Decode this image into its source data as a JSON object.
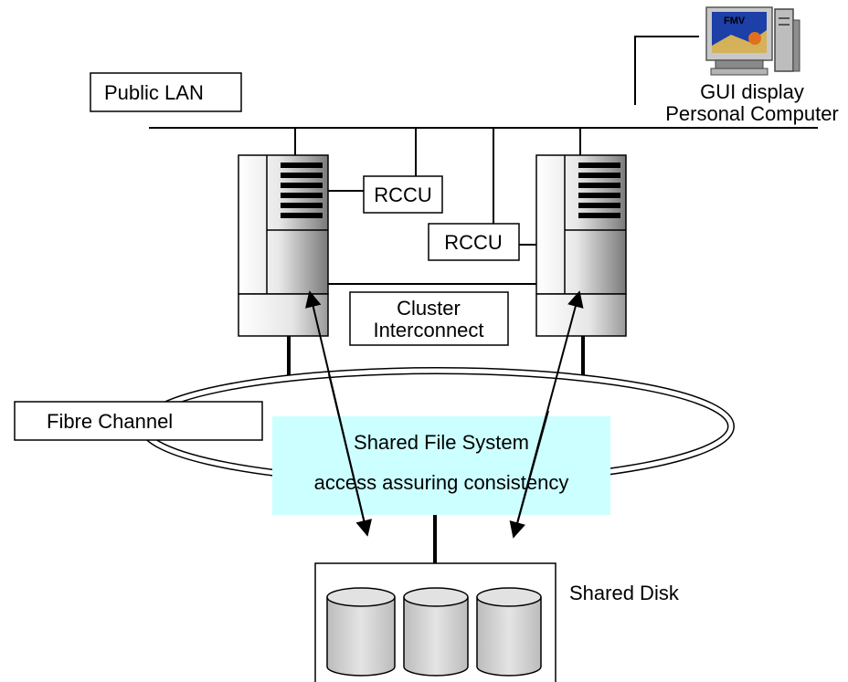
{
  "labels": {
    "public_lan": "Public LAN",
    "gui_line1": "GUI display",
    "gui_line2": "Personal Computer",
    "rccu_left": "RCCU",
    "rccu_right": "RCCU",
    "interconnect_line1": "Cluster",
    "interconnect_line2": "Interconnect",
    "fibre_channel": "Fibre Channel",
    "shared_fs_line1": "Shared File System",
    "shared_fs_line2": "access assuring consistency",
    "shared_disk": "Shared Disk",
    "monitor_brand": "FMV"
  },
  "colors": {
    "shared_fs_fill": "#ccffff",
    "disk_fill": "#d8d8d8",
    "monitor_screen": "#1c3fa8"
  }
}
